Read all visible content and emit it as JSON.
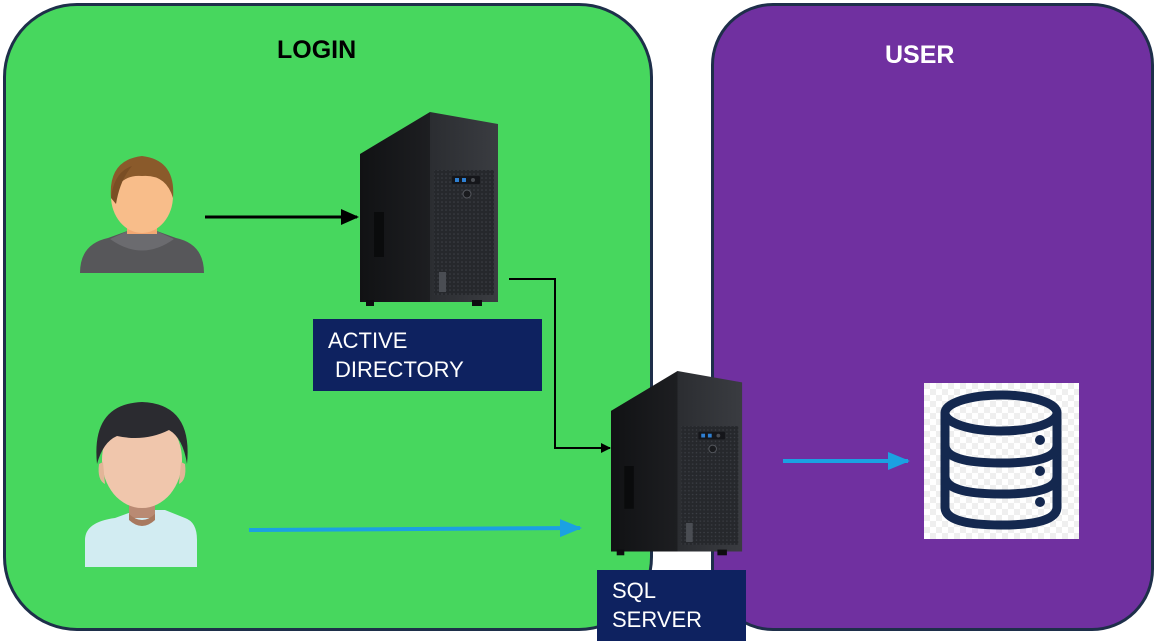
{
  "panels": {
    "login": {
      "title": "LOGIN",
      "color": "#47d75e",
      "title_color": "#000000"
    },
    "user": {
      "title": "USER",
      "color": "#7030a0",
      "title_color": "#ffffff"
    }
  },
  "labels": {
    "active_directory": {
      "line1": "ACTIVE",
      "line2": "DIRECTORY"
    },
    "sql_server": {
      "line1": "SQL",
      "line2": "SERVER"
    }
  },
  "icons": {
    "user_top": "user-silhouette-icon",
    "user_bottom": "user-silhouette-icon",
    "active_directory_server": "server-tower-icon",
    "sql_server": "server-tower-icon",
    "database": "database-icon"
  },
  "colors": {
    "border": "#1e2f4a",
    "label_bg": "#0e2260",
    "arrow_black": "#000000",
    "arrow_blue": "#1ba1e2",
    "database_stroke": "#14284f"
  }
}
